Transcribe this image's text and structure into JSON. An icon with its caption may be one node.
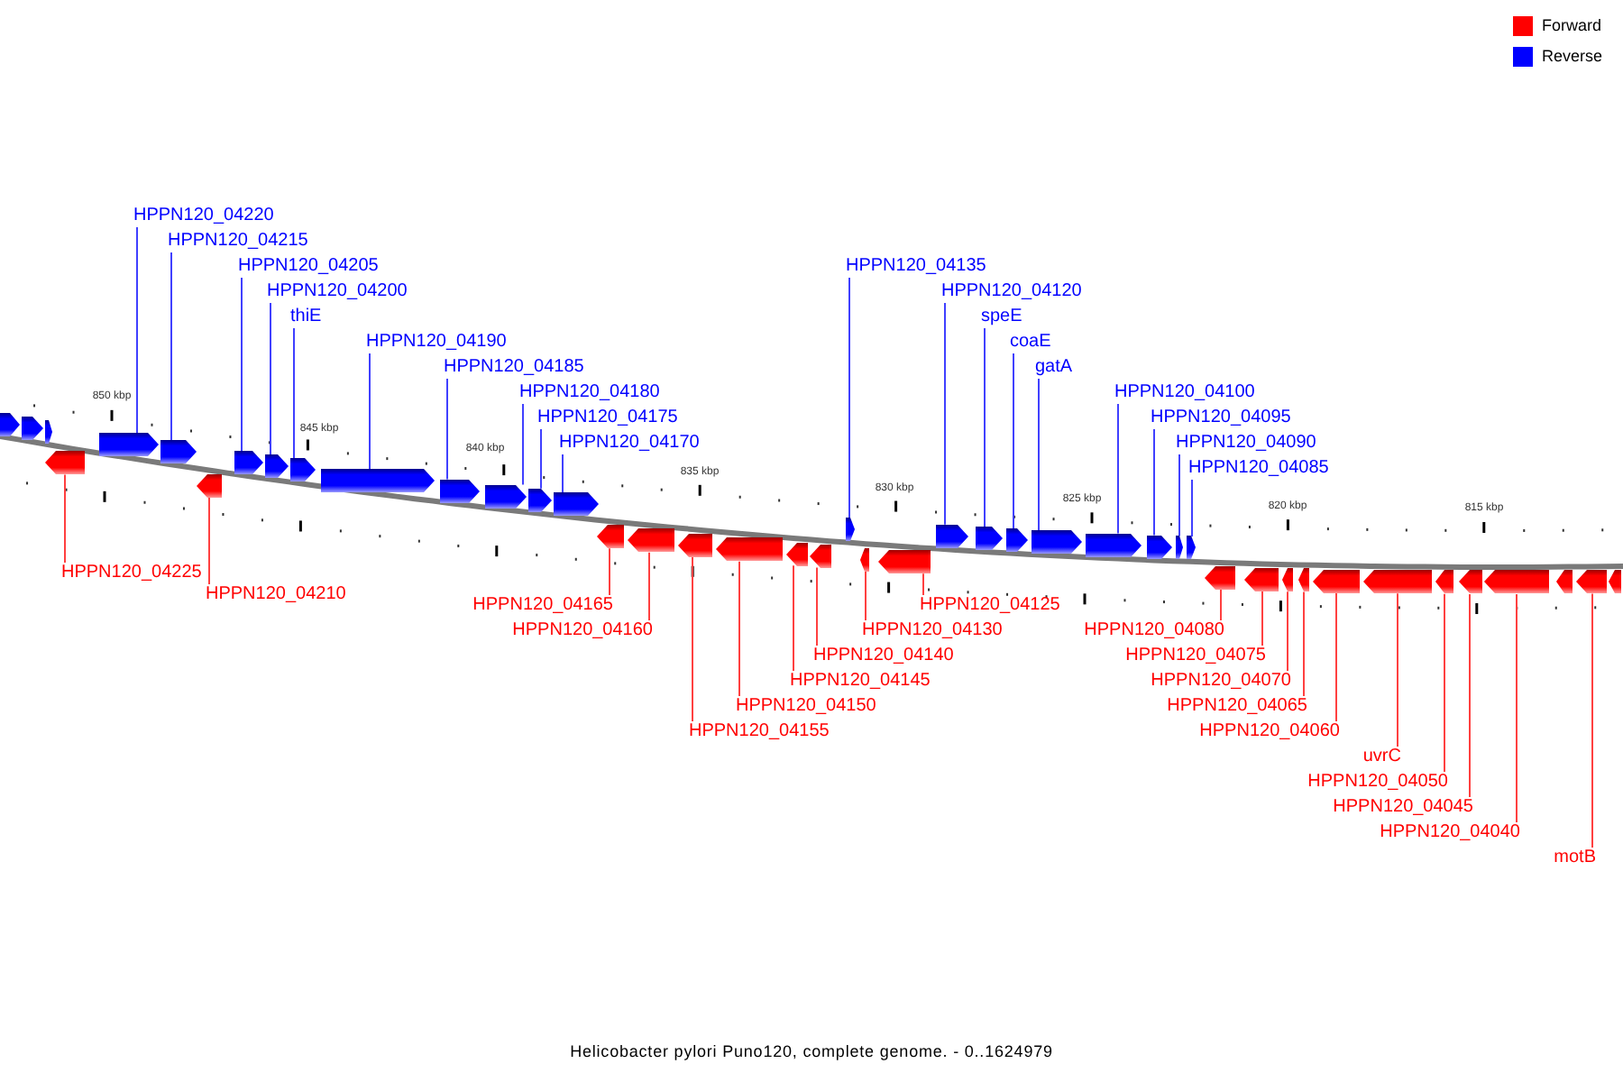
{
  "diagram": {
    "caption": "Helicobacter pylori Puno120, complete genome. - 0..1624979",
    "nodes": [
      {
        "text": [
          "HPPN120_04220"
        ]
      },
      {
        "text": [
          "HPPN120_04215"
        ]
      },
      {
        "text": [
          "HPPN120_04205"
        ]
      },
      {
        "text": [
          "HPPN120_04200"
        ]
      },
      {
        "text": [
          "thiE"
        ]
      },
      {
        "text": [
          "HPPN120_04190"
        ]
      },
      {
        "text": [
          "HPPN120_04185"
        ]
      },
      {
        "text": [
          "HPPN120_04180"
        ]
      },
      {
        "text": [
          "HPPN120_04175"
        ]
      },
      {
        "text": [
          "HPPN120_04170"
        ]
      },
      {
        "text": [
          "HPPN120_04135"
        ]
      },
      {
        "text": [
          "HPPN120_04120"
        ]
      },
      {
        "text": [
          "speE"
        ]
      },
      {
        "text": [
          "coaE"
        ]
      },
      {
        "text": [
          "gatA"
        ]
      },
      {
        "text": [
          "HPPN120_04100"
        ]
      },
      {
        "text": [
          "HPPN120_04095"
        ]
      },
      {
        "text": [
          "HPPN120_04090"
        ]
      },
      {
        "text": [
          "HPPN120_04085"
        ]
      },
      {
        "text": [
          "HPPN120_04225"
        ]
      },
      {
        "text": [
          "HPPN120_04210"
        ]
      },
      {
        "text": [
          "HPPN120_04165"
        ]
      },
      {
        "text": [
          "HPPN120_04160"
        ]
      },
      {
        "text": [
          "HPPN120_04155"
        ]
      },
      {
        "text": [
          "HPPN120_04150"
        ]
      },
      {
        "text": [
          "HPPN120_04145"
        ]
      },
      {
        "text": [
          "HPPN120_04140"
        ]
      },
      {
        "text": [
          "HPPN120_04130"
        ]
      },
      {
        "text": [
          "HPPN120_04125"
        ]
      },
      {
        "text": [
          "HPPN120_04080"
        ]
      },
      {
        "text": [
          "HPPN120_04075"
        ]
      },
      {
        "text": [
          "HPPN120_04070"
        ]
      },
      {
        "text": [
          "HPPN120_04065"
        ]
      },
      {
        "text": [
          "HPPN120_04060"
        ]
      },
      {
        "text": [
          "uvrC"
        ]
      },
      {
        "text": [
          "HPPN120_04050"
        ]
      },
      {
        "text": [
          "HPPN120_04045"
        ]
      },
      {
        "text": [
          "HPPN120_04040"
        ]
      },
      {
        "text": [
          "motB"
        ]
      },
      {
        "text": [],
        "shape": "bar"
      },
      {
        "text": [],
        "shape": "bar"
      },
      {
        "text": [],
        "shape": "bar"
      },
      {
        "text": [],
        "shape": "bar"
      },
      {
        "text": [],
        "shape": "bar"
      },
      {
        "text": [],
        "shape": "bar"
      },
      {
        "text": [],
        "shape": "bar"
      },
      {
        "text": [],
        "shape": "bar"
      },
      {
        "text": [],
        "shape": "bar"
      },
      {
        "text": [],
        "shape": "bar"
      },
      {
        "text": [],
        "shape": "bar"
      },
      {
        "text": [],
        "shape": "bar"
      },
      {
        "text": [],
        "shape": "bar"
      },
      {
        "text": [],
        "shape": "bar"
      },
      {
        "text": [],
        "shape": "bar"
      },
      {
        "text": [],
        "shape": "bar"
      },
      {
        "text": [],
        "shape": "bar"
      },
      {
        "text": [],
        "shape": "bar"
      },
      {
        "text": [],
        "shape": "bar"
      },
      {
        "text": [],
        "shape": "bar"
      },
      {
        "text": [],
        "shape": "bar"
      },
      {
        "text": [],
        "shape": "bar"
      },
      {
        "text": [],
        "shape": "bar"
      },
      {
        "text": [],
        "shape": "bar"
      },
      {
        "text": [],
        "shape": "bar"
      },
      {
        "text": [],
        "shape": "bar"
      },
      {
        "text": [],
        "shape": "bar"
      },
      {
        "text": [],
        "shape": "bar"
      },
      {
        "text": [],
        "shape": "bar"
      },
      {
        "text": [],
        "shape": "bar"
      },
      {
        "text": [],
        "shape": "bar"
      },
      {
        "text": [],
        "shape": "bar"
      },
      {
        "text": [],
        "shape": "bar"
      },
      {
        "text": [],
        "shape": "bar"
      },
      {
        "text": [],
        "shape": "bar"
      },
      {
        "text": [],
        "shape": "bar"
      },
      {
        "text": [],
        "shape": "bar"
      },
      {
        "text": [],
        "shape": "bar"
      },
      {
        "text": [],
        "shape": "bar"
      },
      {
        "text": [],
        "shape": "bar"
      },
      {
        "text": [],
        "shape": "bar"
      },
      {
        "text": [],
        "shape": "bar"
      },
      {
        "text": [],
        "shape": "bar"
      },
      {
        "text": [],
        "shape": "bar"
      }
    ],
    "edges": [
      {
        "from": 0,
        "to": 43,
        "arrow": "none",
        "color": "#4040ff"
      },
      {
        "from": 1,
        "to": 44,
        "arrow": "none",
        "color": "#4040ff"
      },
      {
        "from": 2,
        "to": 46,
        "arrow": "none",
        "color": "#4040ff"
      },
      {
        "from": 3,
        "to": 47,
        "arrow": "none",
        "color": "#4040ff"
      },
      {
        "from": 4,
        "to": 48,
        "arrow": "none",
        "color": "#4040ff"
      },
      {
        "from": 5,
        "to": 49,
        "arrow": "none",
        "color": "#4040ff"
      },
      {
        "from": 6,
        "to": 50,
        "arrow": "none",
        "color": "#4040ff"
      },
      {
        "from": 7,
        "to": 51,
        "arrow": "none",
        "color": "#4040ff"
      },
      {
        "from": 8,
        "to": 52,
        "arrow": "none",
        "color": "#4040ff"
      },
      {
        "from": 9,
        "to": 53,
        "arrow": "none",
        "color": "#4040ff"
      },
      {
        "from": 10,
        "to": 60,
        "arrow": "none",
        "color": "#4040ff"
      },
      {
        "from": 11,
        "to": 63,
        "arrow": "none",
        "color": "#4040ff"
      },
      {
        "from": 12,
        "to": 64,
        "arrow": "none",
        "color": "#4040ff"
      },
      {
        "from": 13,
        "to": 65,
        "arrow": "none",
        "color": "#4040ff"
      },
      {
        "from": 14,
        "to": 66,
        "arrow": "none",
        "color": "#4040ff"
      },
      {
        "from": 15,
        "to": 67,
        "arrow": "none",
        "color": "#4040ff"
      },
      {
        "from": 16,
        "to": 68,
        "arrow": "none",
        "color": "#4040ff"
      },
      {
        "from": 17,
        "to": 69,
        "arrow": "none",
        "color": "#4040ff"
      },
      {
        "from": 18,
        "to": 70,
        "arrow": "none",
        "color": "#4040ff"
      },
      {
        "from": 19,
        "to": 42,
        "arrow": "none"
      },
      {
        "from": 20,
        "to": 45,
        "arrow": "none"
      },
      {
        "from": 21,
        "to": 54,
        "arrow": "none"
      },
      {
        "from": 22,
        "to": 55,
        "arrow": "none"
      },
      {
        "from": 23,
        "to": 56,
        "arrow": "none"
      },
      {
        "from": 24,
        "to": 57,
        "arrow": "none"
      },
      {
        "from": 25,
        "to": 58,
        "arrow": "none"
      },
      {
        "from": 26,
        "to": 59,
        "arrow": "none"
      },
      {
        "from": 27,
        "to": 61,
        "arrow": "none"
      },
      {
        "from": 28,
        "to": 62,
        "arrow": "none"
      },
      {
        "from": 29,
        "to": 71,
        "arrow": "none"
      },
      {
        "from": 30,
        "to": 72,
        "arrow": "none"
      },
      {
        "from": 31,
        "to": 73,
        "arrow": "none"
      },
      {
        "from": 32,
        "to": 74,
        "arrow": "none"
      },
      {
        "from": 33,
        "to": 75,
        "arrow": "none"
      },
      {
        "from": 34,
        "to": 76,
        "arrow": "none"
      },
      {
        "from": 35,
        "to": 77,
        "arrow": "none"
      },
      {
        "from": 36,
        "to": 78,
        "arrow": "none"
      },
      {
        "from": 37,
        "to": 79,
        "arrow": "none"
      },
      {
        "from": 38,
        "to": 81,
        "arrow": "none"
      }
    ],
    "labels": [
      "850 kbp",
      "845 kbp",
      "840 kbp",
      "835 kbp",
      "830 kbp",
      "825 kbp",
      "820 kbp",
      "815 kbp"
    ],
    "legend": [
      {
        "text": "Forward",
        "color": "#ff0000"
      },
      {
        "text": "Reverse",
        "color": "#0000ff"
      }
    ]
  }
}
